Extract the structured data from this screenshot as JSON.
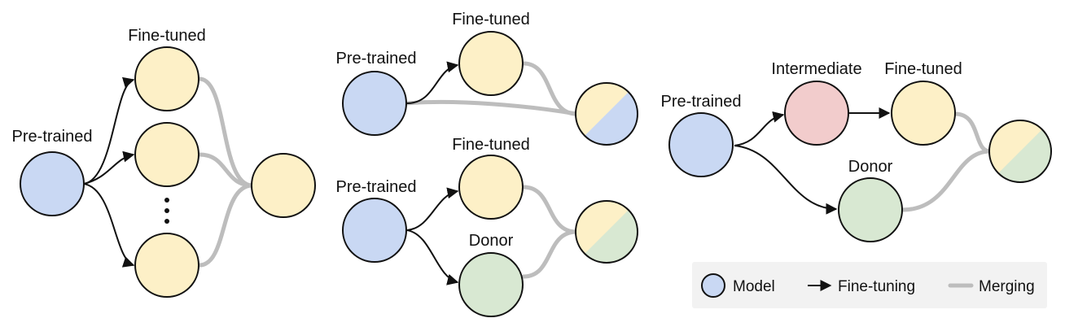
{
  "colors": {
    "pretrained": "#c9d8f3",
    "finetuned": "#fdf0c7",
    "donor": "#d8e8d2",
    "intermediate": "#f2cccc",
    "merge_line": "#bdbdbd",
    "arrow": "#111111",
    "legend_bg": "#f2f2f2"
  },
  "diagram1": {
    "pretrained_label": "Pre-trained",
    "finetuned_label": "Fine-tuned",
    "ellipsis": "⋮"
  },
  "diagram2": {
    "pretrained_label": "Pre-trained",
    "finetuned_label": "Fine-tuned"
  },
  "diagram3": {
    "pretrained_label": "Pre-trained",
    "finetuned_label": "Fine-tuned",
    "donor_label": "Donor"
  },
  "diagram4": {
    "pretrained_label": "Pre-trained",
    "intermediate_label": "Intermediate",
    "finetuned_label": "Fine-tuned",
    "donor_label": "Donor"
  },
  "legend": {
    "model_label": "Model",
    "finetuning_label": "Fine-tuning",
    "merging_label": "Merging"
  }
}
